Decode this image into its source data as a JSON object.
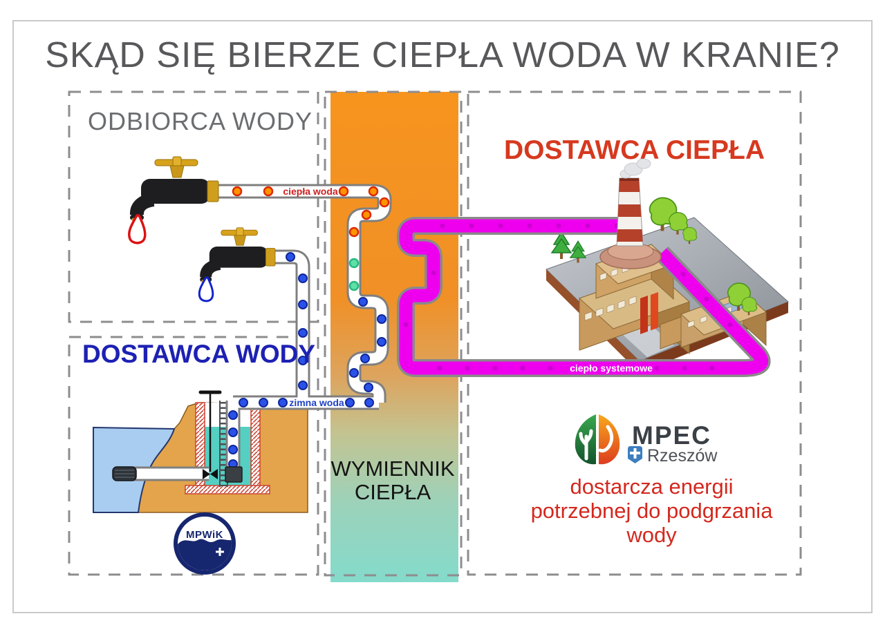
{
  "title": "SKĄD SIĘ BIERZE CIEPŁA WODA W KRANIE?",
  "sections": {
    "water_recipient": {
      "label": "ODBIORCA WODY"
    },
    "water_supplier": {
      "label": "DOSTAWCA WODY"
    },
    "heat_exchanger": {
      "label_line1": "WYMIENNIK",
      "label_line2": "CIEPŁA"
    },
    "heat_supplier": {
      "label": "DOSTAWCA CIEPŁA"
    }
  },
  "pipe_labels": {
    "hot_water": "ciepła woda",
    "cold_water": "zimna woda",
    "district_heat": "ciepło systemowe"
  },
  "logos": {
    "mpwik": {
      "text": "MPWiK"
    },
    "mpec": {
      "name": "MPEC",
      "city": "Rzeszów"
    }
  },
  "caption": {
    "line1": "dostarcza energii",
    "line2": "potrzebnej do podgrzania",
    "line3": "wody"
  },
  "colors": {
    "hot_water_label": "#cc2222",
    "cold_water_label": "#1c3fc4",
    "district_heat_pipe": "#ee00ee",
    "exchanger_gradient_top": "#f7941e",
    "exchanger_gradient_bottom": "#84dbcb",
    "water_supplier_label": "#1d21b3",
    "heat_supplier_label": "#d6391f",
    "water_recipient_label": "#6b6d70",
    "caption_text": "#d3281e",
    "title_text": "#58585b"
  }
}
